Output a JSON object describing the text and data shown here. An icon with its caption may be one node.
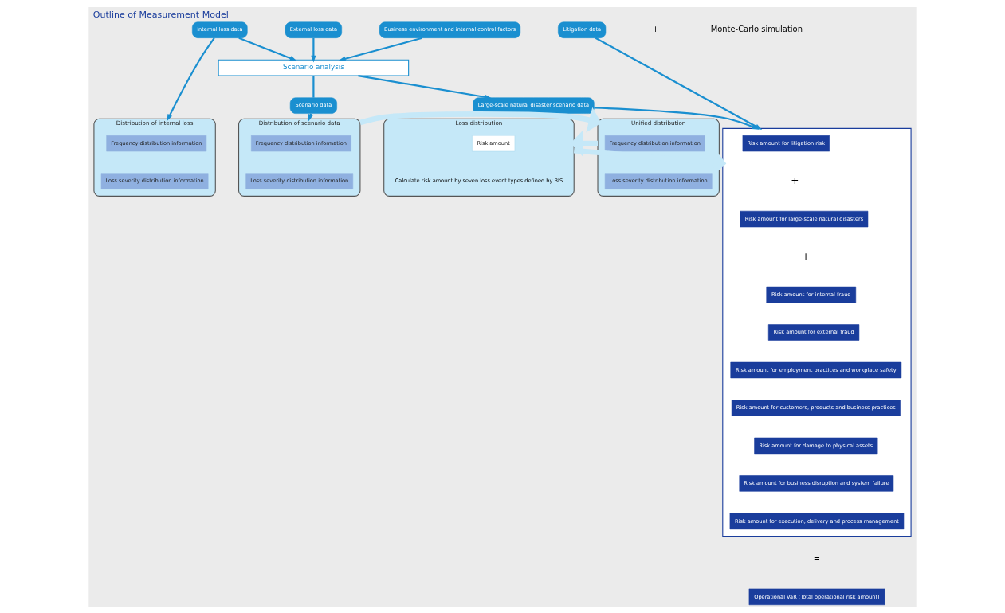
{
  "diagram": {
    "title": "Outline of Measurement Model",
    "nodes": [
      {
        "text": [
          "Internal loss data"
        ]
      },
      {
        "text": [
          "External loss data"
        ]
      },
      {
        "text": [
          "Business environment and internal control factors"
        ]
      },
      {
        "text": [
          "Litigation data"
        ]
      },
      {
        "text": [
          "Scenario analysis"
        ]
      },
      {
        "text": [
          "Scenario data"
        ]
      },
      {
        "text": [
          "Large-scale natural disaster scenario data"
        ]
      },
      {
        "text": [
          "Distribution of internal loss"
        ]
      },
      {
        "text": [
          "Frequency distribution information"
        ],
        "in": 7
      },
      {
        "text": [
          "Loss severity distribution information"
        ],
        "in": 7
      },
      {
        "text": [
          "Distribution of scenario data"
        ]
      },
      {
        "text": [
          "Frequency distribution information"
        ],
        "in": 10
      },
      {
        "text": [
          "Loss severity distribution information"
        ],
        "in": 10
      },
      {
        "text": [
          "Unified distribution"
        ]
      },
      {
        "text": [
          "Frequency distribution information"
        ],
        "in": 13
      },
      {
        "text": [
          "Loss severity distribution information"
        ],
        "in": 13
      },
      {
        "text": [
          "Loss distribution",
          "Calculate risk amount by seven loss event types defined by BIS"
        ]
      },
      {
        "text": [
          "Risk amount"
        ],
        "in": 16
      },
      {
        "text": [],
        "shape": "box"
      },
      {
        "text": [
          "Risk amount for litigation risk"
        ],
        "in": 18
      },
      {
        "text": [
          "Risk amount for large-scale natural disasters"
        ],
        "in": 18
      },
      {
        "text": [
          "Risk amount for internal fraud"
        ],
        "in": 18
      },
      {
        "text": [
          "Risk amount for external fraud"
        ],
        "in": 18
      },
      {
        "text": [
          "Risk amount for employment practices and workplace safety"
        ],
        "in": 18
      },
      {
        "text": [
          "Risk amount for customers, products and business practices"
        ],
        "in": 18
      },
      {
        "text": [
          "Risk amount for damage to physical assets"
        ],
        "in": 18
      },
      {
        "text": [
          "Risk amount for business disruption and system failure"
        ],
        "in": 18
      },
      {
        "text": [
          "Risk amount for execution, delivery and process management"
        ],
        "in": 18
      },
      {
        "text": [
          "Operational VaR (Total operational risk amount)"
        ]
      }
    ],
    "edges": [
      {
        "from": 0,
        "to": 7,
        "arrow": "to"
      },
      {
        "from": 0,
        "to": 4,
        "arrow": "to"
      },
      {
        "from": 1,
        "to": 4,
        "arrow": "to"
      },
      {
        "from": 2,
        "to": 4,
        "arrow": "to"
      },
      {
        "from": 3,
        "to": 18,
        "arrow": "to"
      },
      {
        "from": 4,
        "to": 5,
        "arrow": "none"
      },
      {
        "from": 4,
        "to": 6,
        "arrow": "to"
      },
      {
        "from": 5,
        "to": 10,
        "arrow": "to"
      },
      {
        "from": 6,
        "to": 18,
        "arrow": "to"
      },
      {
        "from": 10,
        "to": 13,
        "arrow": "to",
        "style": "thick",
        "color": "#c5e8f8"
      },
      {
        "from": 13,
        "to": 16,
        "arrow": "to",
        "style": "thick",
        "color": "#c5e8f8"
      },
      {
        "from": 16,
        "to": 18,
        "arrow": "to",
        "style": "thick",
        "color": "#c5e8f8"
      }
    ],
    "labels": [
      "+",
      "Monte-Carlo simulation",
      "+",
      "+",
      "="
    ]
  }
}
